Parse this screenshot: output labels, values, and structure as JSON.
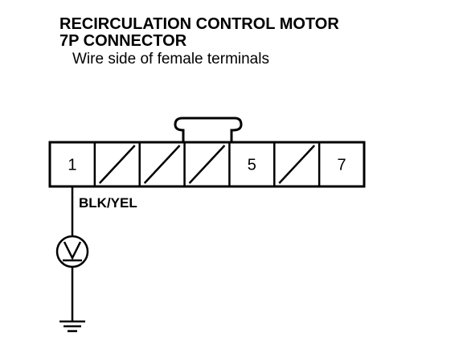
{
  "heading": {
    "line1": "RECIRCULATION CONTROL MOTOR",
    "line2": "7P CONNECTOR",
    "subtitle": "Wire side of female terminals"
  },
  "connector": {
    "cavities": [
      {
        "label": "1",
        "unused": false
      },
      {
        "label": "",
        "unused": true
      },
      {
        "label": "",
        "unused": true
      },
      {
        "label": "",
        "unused": true
      },
      {
        "label": "5",
        "unused": false
      },
      {
        "label": "",
        "unused": true
      },
      {
        "label": "7",
        "unused": false
      }
    ]
  },
  "wire": {
    "color_code": "BLK/YEL"
  },
  "meter": {
    "symbol": "V"
  },
  "ground": {
    "icon": "ground-icon"
  }
}
